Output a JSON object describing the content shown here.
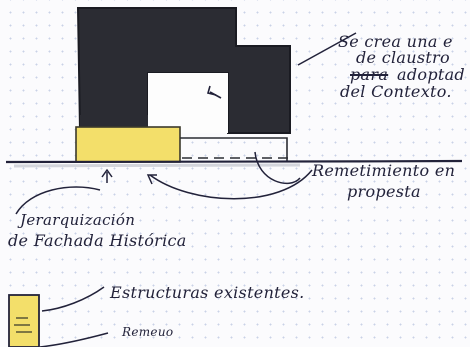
{
  "sketch": {
    "colors": {
      "mass": "#2b2c33",
      "highlight": "#f3df6a",
      "ink": "#22223a",
      "grid": "#c9d2e6"
    }
  },
  "notes": {
    "claustro": {
      "line1": "Se crea una e",
      "line2": "de claustro",
      "line3_struck": "para",
      "line3": "adoptad",
      "line4": "del Contexto."
    },
    "remetimiento": {
      "line1": "Remetimiento en",
      "line2": "propesta"
    },
    "jerarquizacion": {
      "line1": "Jerarquización",
      "line2": "de Fachada Histórica"
    },
    "legend": {
      "existing": "Estructuras existentes.",
      "partial": "Remeuo"
    }
  }
}
